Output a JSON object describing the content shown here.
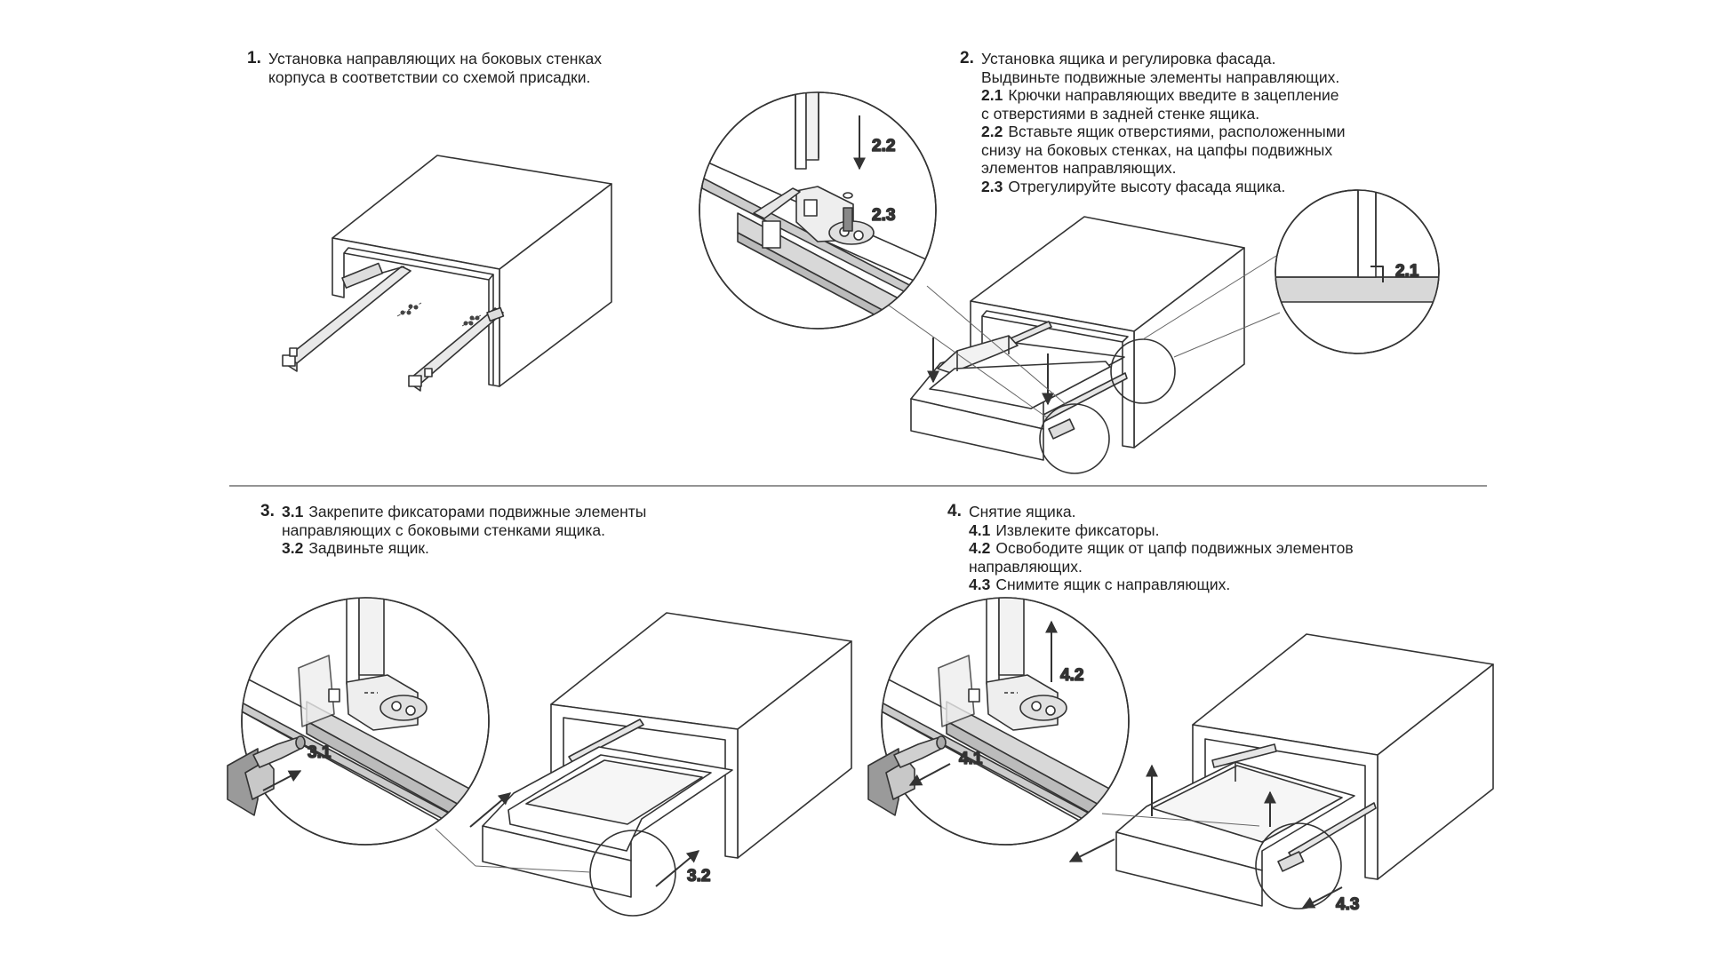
{
  "steps": [
    {
      "number": "1.",
      "lines": [
        {
          "text": "Установка направляющих на боковых стенках"
        },
        {
          "text": "корпуса в соответствии со схемой присадки."
        }
      ]
    },
    {
      "number": "2.",
      "lines": [
        {
          "text": "Установка ящика и регулировка фасада."
        },
        {
          "text": "Выдвиньте подвижные элементы направляющих."
        },
        {
          "sub": "2.1",
          "text": "Крючки направляющих введите в зацепление"
        },
        {
          "text": "с отверстиями в задней стенке ящика."
        },
        {
          "sub": "2.2",
          "text": "Вставьте ящик отверстиями, расположенными"
        },
        {
          "text": "снизу на боковых стенках, на цапфы подвижных"
        },
        {
          "text": "элементов направляющих."
        },
        {
          "sub": "2.3",
          "text": "Отрегулируйте высоту фасада ящика."
        }
      ]
    },
    {
      "number": "3.",
      "lines": [
        {
          "sub": "3.1",
          "text": "Закрепите фиксаторами подвижные элементы"
        },
        {
          "text": "направляющих с боковыми стенками ящика."
        },
        {
          "sub": "3.2",
          "text": "Задвиньте ящик."
        }
      ]
    },
    {
      "number": "4.",
      "lines": [
        {
          "text": "Снятие ящика."
        },
        {
          "sub": "4.1",
          "text": "Извлеките фиксаторы."
        },
        {
          "sub": "4.2",
          "text": "Освободите ящик от цапф подвижных элементов"
        },
        {
          "text": "направляющих."
        },
        {
          "sub": "4.3",
          "text": "Снимите ящик с направляющих."
        }
      ]
    }
  ],
  "callouts": {
    "c21": "2.1",
    "c22": "2.2",
    "c23": "2.3",
    "c31": "3.1",
    "c32": "3.2",
    "c41": "4.1",
    "c42": "4.2",
    "c43": "4.3"
  }
}
